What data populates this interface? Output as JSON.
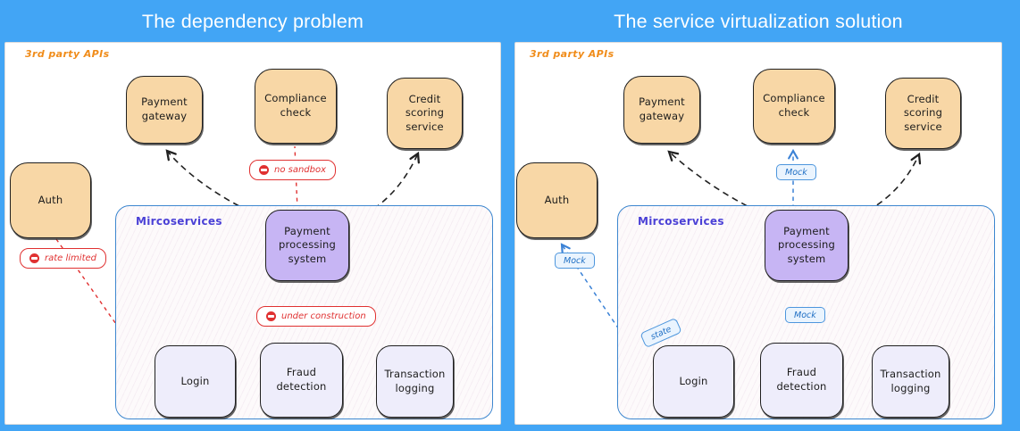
{
  "header": {
    "left_title": "The dependency problem",
    "right_title": "The service virtualization solution"
  },
  "colors": {
    "background": "#42a5f5",
    "panel": "#ffffff",
    "third_party_label": "#f08c1a",
    "microservices_label": "#4b41d6",
    "api_node_fill": "#f8d7a6",
    "core_node_fill": "#c7b5f4",
    "service_node_fill": "#eeedfb",
    "node_border": "#1f1f1f",
    "container_border": "#3d87cf",
    "blocker_red": "#e03131",
    "mock_blue": "#3b82d6"
  },
  "panels": {
    "left": {
      "group_label": "3rd party APIs",
      "container_label": "Mircoservices",
      "nodes": {
        "payment_gateway": "Payment\ngateway",
        "compliance_check": "Compliance\ncheck",
        "credit_scoring": "Credit\nscoring\nservice",
        "auth": "Auth",
        "payment_processing": "Payment\nprocessing\nsystem",
        "login": "Login",
        "fraud_detection": "Fraud\ndetection",
        "transaction_logging": "Transaction\nlogging"
      },
      "badges": {
        "rate_limited": "rate limited",
        "no_sandbox": "no sandbox",
        "under_construction": "under construction"
      }
    },
    "right": {
      "group_label": "3rd party APIs",
      "container_label": "Mircoservices",
      "nodes": {
        "payment_gateway": "Payment\ngateway",
        "compliance_check": "Compliance\ncheck",
        "credit_scoring": "Credit\nscoring\nservice",
        "auth": "Auth",
        "payment_processing": "Payment\nprocessing\nsystem",
        "login": "Login",
        "fraud_detection": "Fraud\ndetection",
        "transaction_logging": "Transaction\nlogging"
      },
      "badges": {
        "mock_compliance": "Mock",
        "mock_auth": "Mock",
        "mock_fraud": "Mock",
        "state": "state"
      }
    }
  }
}
